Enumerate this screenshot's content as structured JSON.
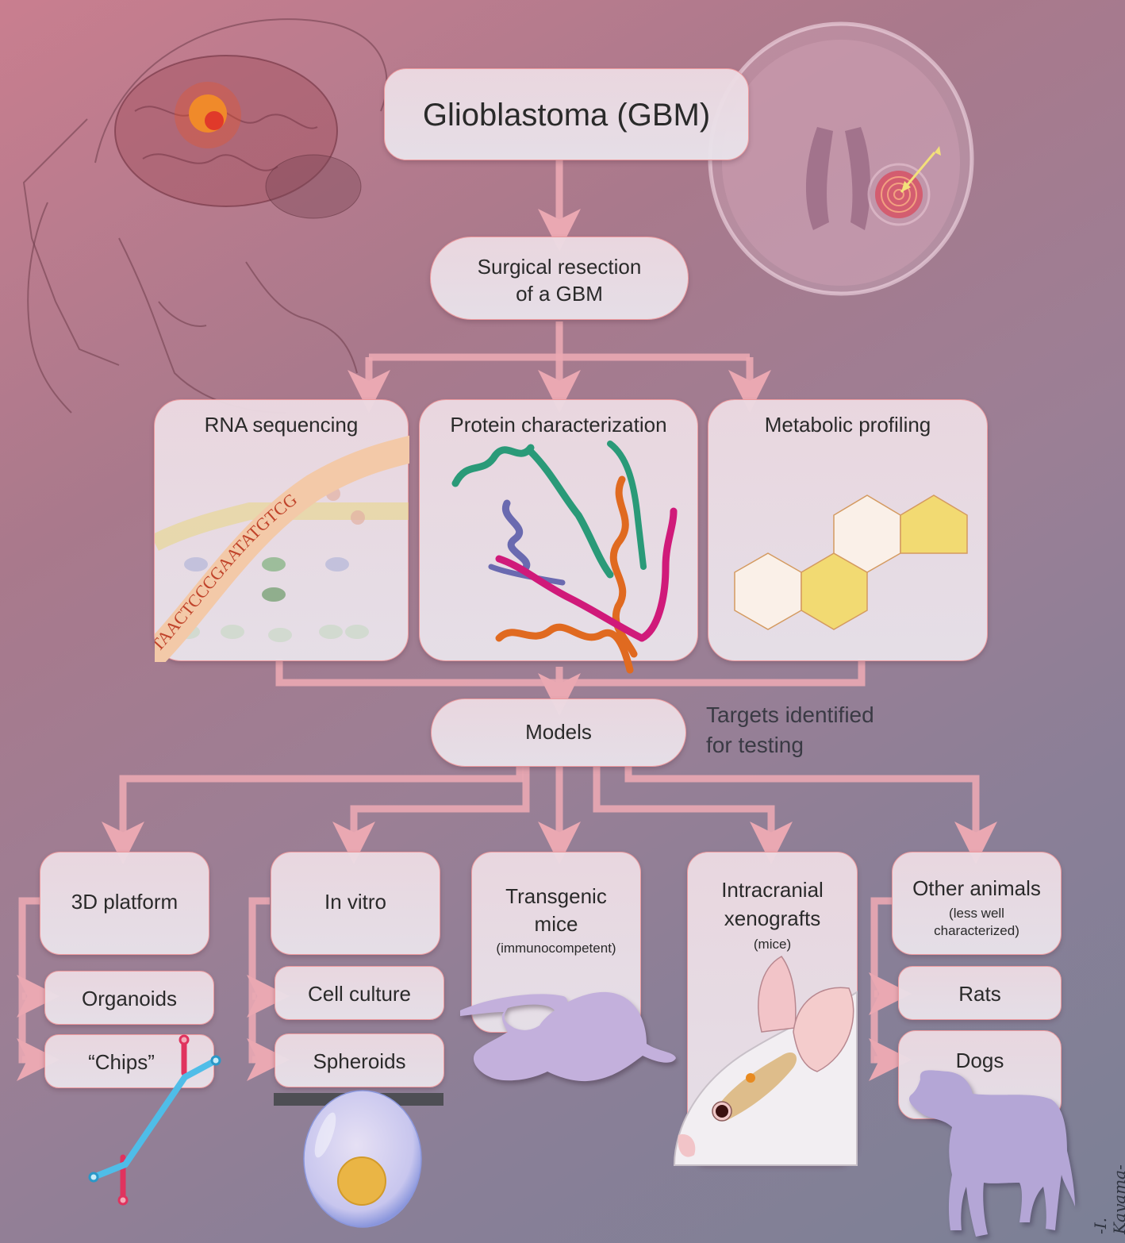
{
  "title": "Glioblastoma (GBM)",
  "surgery": {
    "line1": "Surgical resection",
    "line2": "of a GBM"
  },
  "analyses": [
    {
      "label": "RNA sequencing",
      "illustration": "rna-strand-and-signaling-pathway",
      "sequence": "TAACTCCCGAATATGTCG"
    },
    {
      "label": "Protein characterization",
      "illustration": "protein-ribbon-structure"
    },
    {
      "label": "Metabolic profiling",
      "illustration": "hexagon-ring-molecule"
    }
  ],
  "models": {
    "label": "Models",
    "note_line1": "Targets identified",
    "note_line2": "for testing"
  },
  "model_types": [
    {
      "label": "3D platform",
      "children": [
        "Organoids",
        "“Chips”"
      ],
      "illustration": "microfluidic-chip"
    },
    {
      "label": "In vitro",
      "children": [
        "Cell culture",
        "Spheroids"
      ],
      "illustration": "hanging-drop-spheroid"
    },
    {
      "label_line1": "Transgenic",
      "label_line2": "mice",
      "sublabel": "(immunocompetent)",
      "illustration": "mouse-silhouette"
    },
    {
      "label_line1": "Intracranial",
      "label_line2": "xenografts",
      "sublabel": "(mice)",
      "illustration": "nude-mouse-head"
    },
    {
      "label": "Other animals",
      "sublabel_line1": "(less well",
      "sublabel_line2": "characterized)",
      "children": [
        "Rats",
        "Dogs"
      ],
      "illustration": "dog-silhouette"
    }
  ],
  "background_art": [
    "head-with-brain-tumor-sketch",
    "mri-axial-scan-with-target"
  ],
  "signature": "-I. Kayama-",
  "colors": {
    "arrow": "#eaa8b2",
    "box_border": "#ee9a9e",
    "silhouette": "#c3b0dc",
    "hex_yellow": "#f2da72",
    "hex_cream": "#faf0e8",
    "chip_blue": "#4fbde8",
    "chip_red": "#e0335e"
  }
}
